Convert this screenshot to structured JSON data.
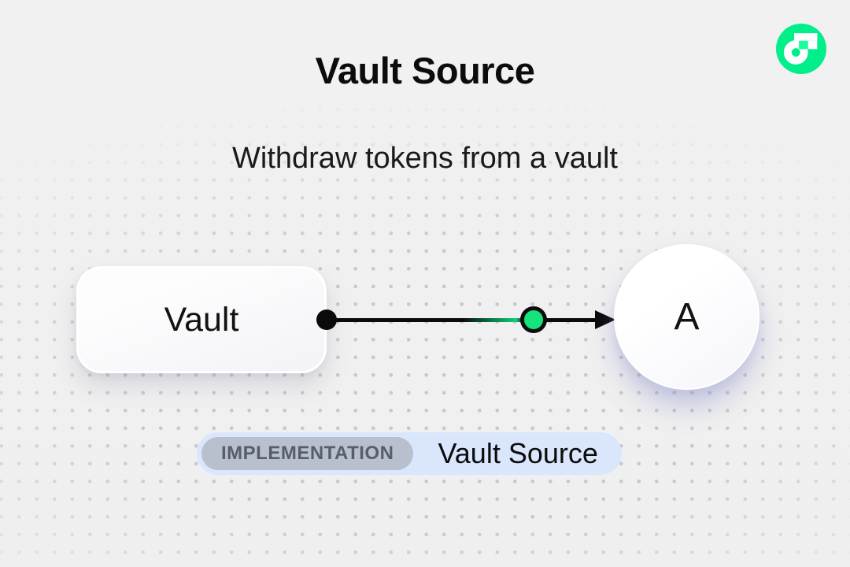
{
  "header": {
    "title": "Vault Source",
    "subtitle": "Withdraw tokens from a vault"
  },
  "logo": {
    "name": "flow-logo",
    "circle_color": "#00EF8B",
    "notch_color": "#16FF99"
  },
  "diagram": {
    "source_node": {
      "label": "Vault"
    },
    "target_node": {
      "label": "A"
    },
    "edge": {
      "line_color": "#0a0a0a",
      "midpoint_color": "#15e37d"
    }
  },
  "badge": {
    "tag": "IMPLEMENTATION",
    "label": "Vault Source",
    "bg_color": "#d9e6fc",
    "tag_bg_color": "#b8c0ce",
    "tag_text_color": "#575e6a"
  }
}
